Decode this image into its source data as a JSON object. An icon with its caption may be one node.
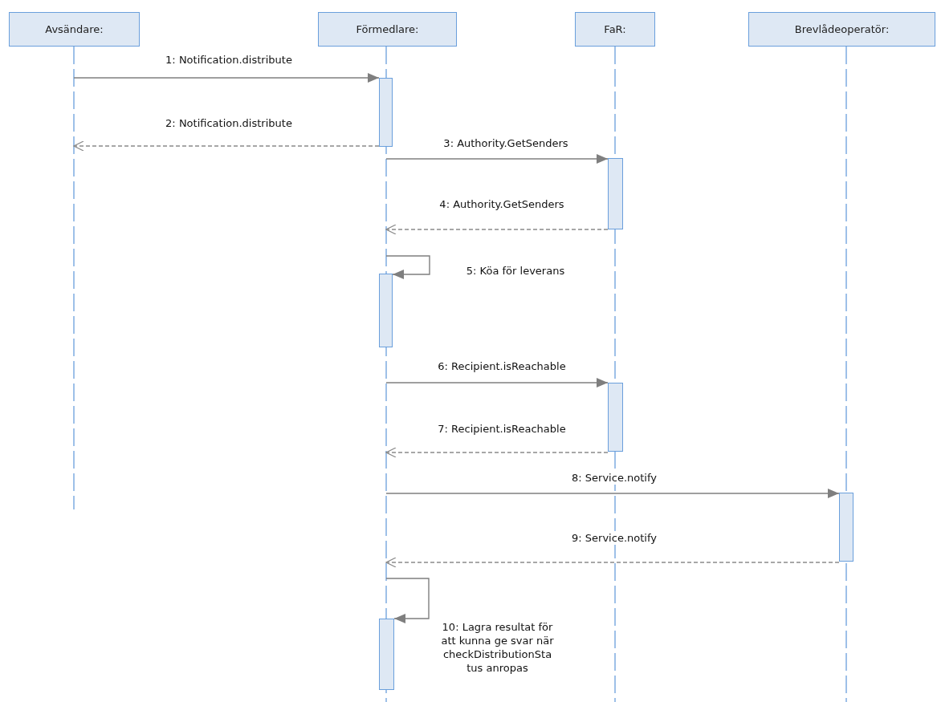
{
  "diagram": {
    "nodes": [
      {
        "text": [
          "Avsändare:"
        ]
      },
      {
        "text": [
          "Förmedlare:"
        ]
      },
      {
        "text": [
          "FaR:"
        ]
      },
      {
        "text": [
          "Brevlådeoperatör:"
        ]
      },
      {
        "text": [],
        "shape": "bar"
      },
      {
        "text": [],
        "shape": "bar"
      },
      {
        "text": [],
        "shape": "bar"
      },
      {
        "text": [],
        "shape": "bar"
      },
      {
        "text": [],
        "shape": "bar"
      },
      {
        "text": [],
        "shape": "bar"
      }
    ],
    "edges": [
      {
        "from": null,
        "to": 4,
        "arrow": "to",
        "label": "1: Notification.distribute"
      },
      {
        "from": 4,
        "to": null,
        "arrow": "to",
        "style": "dashed",
        "label": "2: Notification.distribute"
      },
      {
        "from": null,
        "to": 5,
        "arrow": "to",
        "label": "3: Authority.GetSenders"
      },
      {
        "from": 5,
        "to": null,
        "arrow": "to",
        "style": "dashed",
        "label": "4: Authority.GetSenders"
      },
      {
        "from": null,
        "to": 6,
        "arrow": "to",
        "label": "5: Köa för leverans"
      },
      {
        "from": null,
        "to": 7,
        "arrow": "to",
        "label": "6: Recipient.isReachable"
      },
      {
        "from": 7,
        "to": null,
        "arrow": "to",
        "style": "dashed",
        "label": "7: Recipient.isReachable"
      },
      {
        "from": null,
        "to": 8,
        "arrow": "to",
        "label": "8: Service.notify"
      },
      {
        "from": 8,
        "to": null,
        "arrow": "to",
        "style": "dashed",
        "label": "9: Service.notify"
      },
      {
        "from": null,
        "to": 9,
        "arrow": "to",
        "label": "10: Lagra resultat för att kunna ge svar när checkDistributionSta tus anropas"
      }
    ]
  }
}
